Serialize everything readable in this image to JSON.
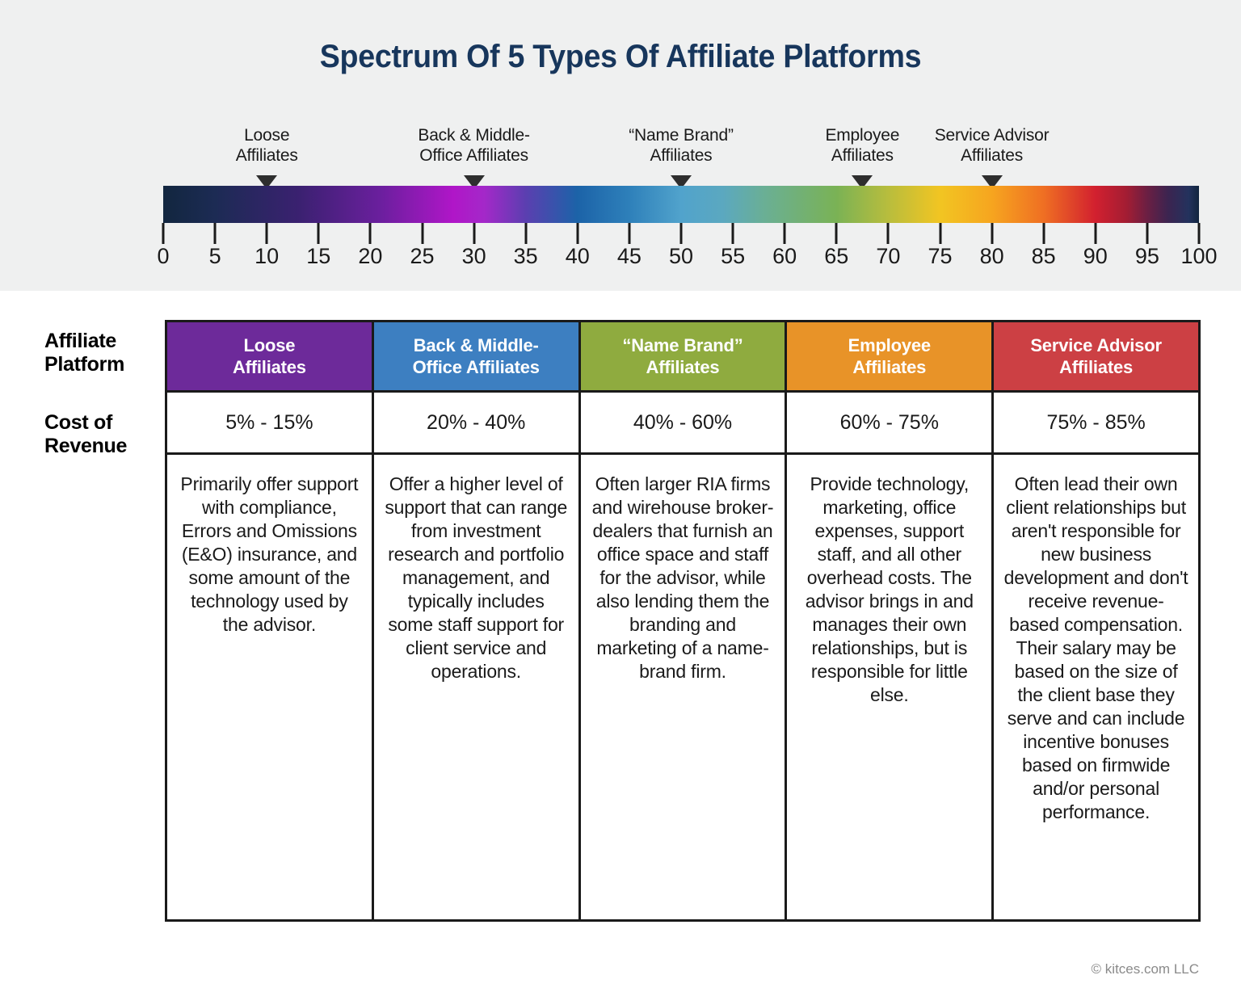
{
  "title": "Spectrum Of 5 Types Of Affiliate Platforms",
  "spectrum": {
    "axis": {
      "min": 0,
      "max": 100,
      "tick_step": 5,
      "ticks": [
        0,
        5,
        10,
        15,
        20,
        25,
        30,
        35,
        40,
        45,
        50,
        55,
        60,
        65,
        70,
        75,
        80,
        85,
        90,
        95,
        100
      ]
    },
    "markers": [
      {
        "label_line1": "Loose",
        "label_line2": "Affiliates",
        "value": 10
      },
      {
        "label_line1": "Back & Middle-",
        "label_line2": "Office Affiliates",
        "value": 30
      },
      {
        "label_line1": "“Name Brand”",
        "label_line2": "Affiliates",
        "value": 50
      },
      {
        "label_line1": "Employee",
        "label_line2": "Affiliates",
        "value": 67.5
      },
      {
        "label_line1": "Service Advisor",
        "label_line2": "Affiliates",
        "value": 80
      }
    ]
  },
  "table": {
    "row_label_platform_line1": "Affiliate",
    "row_label_platform_line2": "Platform",
    "row_label_cost_line1": "Cost of",
    "row_label_cost_line2": "Revenue",
    "columns": [
      {
        "header_line1": "Loose",
        "header_line2": "Affiliates",
        "header_color": "#6d2a9a",
        "cost": "5% - 15%",
        "description": "Primarily offer support with compliance, Errors and Omissions (E&O) insurance, and some amount of the technology used by the advisor."
      },
      {
        "header_line1": "Back & Middle-",
        "header_line2": "Office Affiliates",
        "header_color": "#3d7fc1",
        "cost": "20% - 40%",
        "description": "Offer a higher level of support that can range from investment research and portfolio management, and typically includes some staff support for client service and operations."
      },
      {
        "header_line1": "“Name Brand”",
        "header_line2": "Affiliates",
        "header_color": "#8fab3f",
        "cost": "40% - 60%",
        "description": "Often larger RIA firms and wirehouse broker-dealers that furnish an office space and staff for the advisor, while also lending them the branding and marketing of a name-brand firm."
      },
      {
        "header_line1": "Employee",
        "header_line2": "Affiliates",
        "header_color": "#e89328",
        "cost": "60% - 75%",
        "description": "Provide technology, marketing, office expenses, support staff, and all other overhead costs. The advisor brings in and manages their own relationships, but is responsible for little else."
      },
      {
        "header_line1": "Service Advisor",
        "header_line2": "Affiliates",
        "header_color": "#cc4044",
        "cost": "75% - 85%",
        "description": "Often lead their own client relationships but aren't responsible for new business development and don't receive revenue-based compensation. Their salary may be based on the size of the client base they serve and can include incentive bonuses based on firmwide and/or personal performance."
      }
    ]
  },
  "footer": {
    "credit": "© kitces.com LLC"
  },
  "chart_data": {
    "type": "table",
    "title": "Spectrum Of 5 Types Of Affiliate Platforms",
    "xlabel": "",
    "ylabel": "",
    "xlim": [
      0,
      100
    ],
    "grid": false,
    "legend_position": "none",
    "categories": [
      "Loose Affiliates",
      "Back & Middle-Office Affiliates",
      "“Name Brand” Affiliates",
      "Employee Affiliates",
      "Service Advisor Affiliates"
    ],
    "spectrum_positions": [
      10,
      30,
      50,
      67.5,
      80
    ],
    "axis_ticks": [
      0,
      5,
      10,
      15,
      20,
      25,
      30,
      35,
      40,
      45,
      50,
      55,
      60,
      65,
      70,
      75,
      80,
      85,
      90,
      95,
      100
    ],
    "series": [
      {
        "name": "Cost of Revenue Low (%)",
        "values": [
          5,
          20,
          40,
          60,
          75
        ]
      },
      {
        "name": "Cost of Revenue High (%)",
        "values": [
          15,
          40,
          60,
          75,
          85
        ]
      }
    ],
    "cost_of_revenue_labels": [
      "5% - 15%",
      "20% - 40%",
      "40% - 60%",
      "60% - 75%",
      "75% - 85%"
    ],
    "colors": [
      "#6d2a9a",
      "#3d7fc1",
      "#8fab3f",
      "#e89328",
      "#cc4044"
    ]
  }
}
